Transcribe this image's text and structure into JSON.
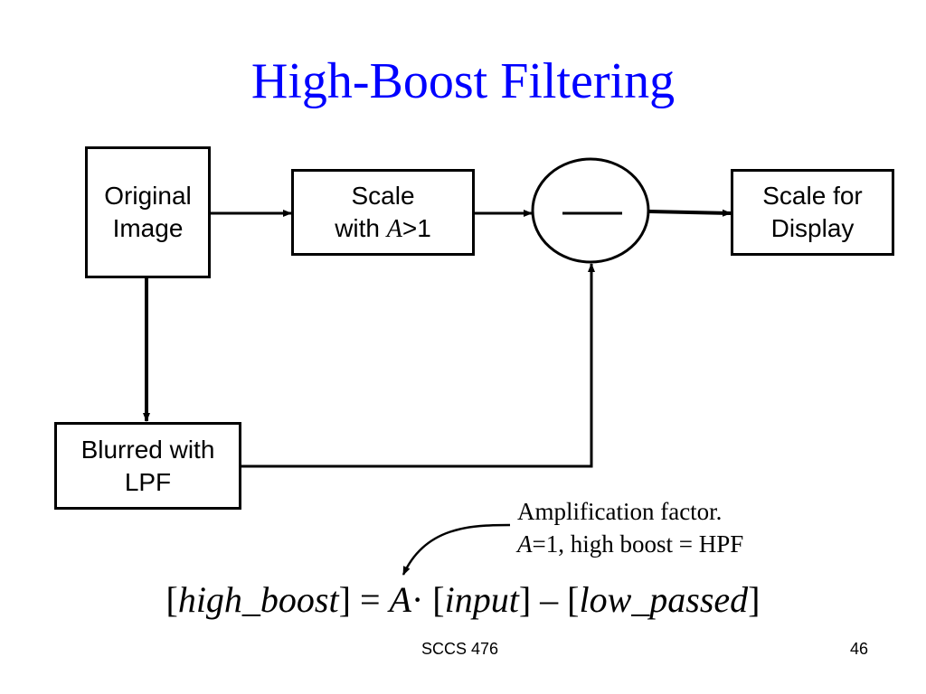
{
  "slide": {
    "title": "High-Boost Filtering",
    "footer_center": "SCCS 476",
    "page_number": "46"
  },
  "diagram": {
    "original": {
      "line1": "Original",
      "line2": "Image"
    },
    "scale": {
      "line1": "Scale",
      "line2_prefix": "with ",
      "line2_var": "A",
      "line2_suffix": ">1"
    },
    "scale_display": {
      "line1": "Scale for",
      "line2": "Display"
    },
    "blurred": {
      "line1": "Blurred with",
      "line2": "LPF"
    },
    "operator": "minus"
  },
  "annotation": {
    "line1": "Amplification factor.",
    "line2_var": "A",
    "line2_rest": "=1, high boost = HPF"
  },
  "formula": {
    "lhs": "high_boost",
    "equals": "=",
    "factor": "A",
    "dot": "·",
    "input": "input",
    "minus": "–",
    "low": "low_passed"
  },
  "colors": {
    "title": "#0000ff",
    "stroke": "#000000"
  }
}
